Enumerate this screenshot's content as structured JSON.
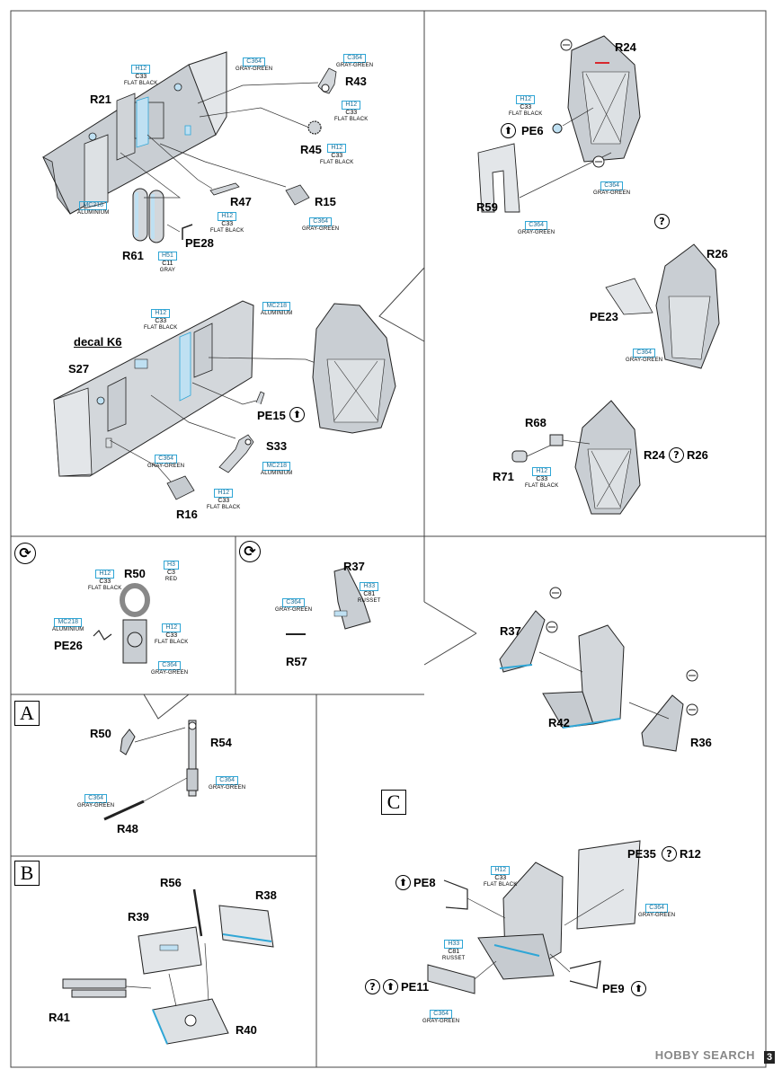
{
  "colors": {
    "panel_fill": "#d9dde0",
    "panel_dark": "#a9b0b6",
    "line": "#222222",
    "paint_accent": "#2fa6d6",
    "part_blue": "#bfe0f2",
    "hint_red": "#d8282e"
  },
  "icons": {
    "repeat_symbol": "circular-arrows-icon",
    "optional_symbol": "question-circle-icon",
    "bend_symbol": "up-arrow-circle-icon",
    "remove_symbol": "cut-circle-icon"
  },
  "symbols": {
    "question": "?",
    "arrow": "⬆",
    "repeat": "⟳"
  },
  "sections": {
    "a": "A",
    "b": "B",
    "c": "C"
  },
  "parts": {
    "r21": "R21",
    "r43": "R43",
    "r45": "R45",
    "r47": "R47",
    "r15": "R15",
    "r61": "R61",
    "pe28": "PE28",
    "decal_k6": "decal K6",
    "s27": "S27",
    "pe15": "PE15",
    "s33": "S33",
    "r16": "R16",
    "r24": "R24",
    "pe6": "PE6",
    "r59": "R59",
    "r26": "R26",
    "pe23": "PE23",
    "r68": "R68",
    "r71": "R71",
    "r24_26_left": "R24",
    "r24_26_right": "R26",
    "r50": "R50",
    "pe26": "PE26",
    "r37": "R37",
    "r57": "R57",
    "r37_b": "R37",
    "r42": "R42",
    "r36": "R36",
    "r50_a": "R50",
    "r54": "R54",
    "r48": "R48",
    "r56": "R56",
    "r38": "R38",
    "r39": "R39",
    "r41": "R41",
    "r40": "R40",
    "pe35": "PE35",
    "r12": "R12",
    "pe8": "PE8",
    "pe11": "PE11",
    "pe9": "PE9"
  },
  "paints": {
    "p1": {
      "code": "H12",
      "num": "C33",
      "name": "FLAT BLACK"
    },
    "p2": {
      "code": "C364",
      "num": "",
      "name": "GRAY-GREEN"
    },
    "p3": {
      "code": "C364",
      "num": "",
      "name": "GRAY-GREEN"
    },
    "p4": {
      "code": "H12",
      "num": "C33",
      "name": "FLAT BLACK"
    },
    "p5": {
      "code": "H12",
      "num": "C33",
      "name": "FLAT BLACK"
    },
    "p6": {
      "code": "MC218",
      "num": "",
      "name": "ALUMINIUM"
    },
    "p7": {
      "code": "H12",
      "num": "C33",
      "name": "FLAT BLACK"
    },
    "p8": {
      "code": "C364",
      "num": "",
      "name": "GRAY-GREEN"
    },
    "p9": {
      "code": "H51",
      "num": "C11",
      "name": "GRAY"
    },
    "p10": {
      "code": "H12",
      "num": "C33",
      "name": "FLAT BLACK"
    },
    "p11": {
      "code": "MC218",
      "num": "",
      "name": "ALUMINIUM"
    },
    "p12": {
      "code": "C364",
      "num": "",
      "name": "GRAY-GREEN"
    },
    "p13": {
      "code": "MC218",
      "num": "",
      "name": "ALUMINIUM"
    },
    "p14": {
      "code": "H12",
      "num": "C33",
      "name": "FLAT BLACK"
    },
    "p15": {
      "code": "H12",
      "num": "C33",
      "name": "FLAT BLACK"
    },
    "p16": {
      "code": "C364",
      "num": "",
      "name": "GRAY-GREEN"
    },
    "p17": {
      "code": "C364",
      "num": "",
      "name": "GRAY-GREEN"
    },
    "p18": {
      "code": "C364",
      "num": "",
      "name": "GRAY-GREEN"
    },
    "p19": {
      "code": "H12",
      "num": "C33",
      "name": "FLAT BLACK"
    },
    "p20": {
      "code": "H12",
      "num": "C33",
      "name": "FLAT BLACK"
    },
    "p21": {
      "code": "H3",
      "num": "C3",
      "name": "RED"
    },
    "p22": {
      "code": "MC218",
      "num": "",
      "name": "ALUMINIUM"
    },
    "p23": {
      "code": "H12",
      "num": "C33",
      "name": "FLAT BLACK"
    },
    "p24": {
      "code": "C364",
      "num": "",
      "name": "GRAY-GREEN"
    },
    "p25": {
      "code": "C364",
      "num": "",
      "name": "GRAY-GREEN"
    },
    "p26": {
      "code": "H33",
      "num": "C81",
      "name": "RUSSET"
    },
    "p27": {
      "code": "C364",
      "num": "",
      "name": "GRAY-GREEN"
    },
    "p28": {
      "code": "C364",
      "num": "",
      "name": "GRAY-GREEN"
    },
    "p29": {
      "code": "H12",
      "num": "C33",
      "name": "FLAT BLACK"
    },
    "p30": {
      "code": "C364",
      "num": "",
      "name": "GRAY-GREEN"
    },
    "p31": {
      "code": "H33",
      "num": "C81",
      "name": "RUSSET"
    },
    "p32": {
      "code": "C364",
      "num": "",
      "name": "GRAY-GREEN"
    }
  },
  "footer": {
    "watermark": "HOBBY SEARCH",
    "page_number": "3"
  }
}
